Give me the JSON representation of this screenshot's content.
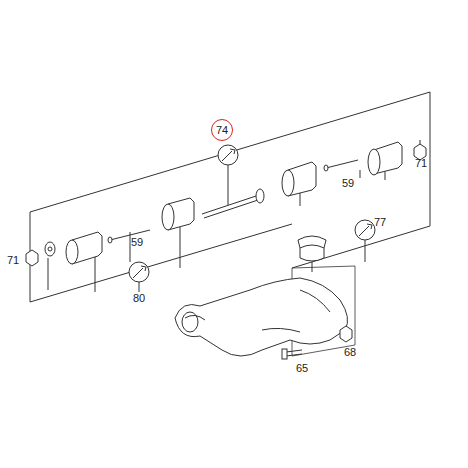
{
  "diagram": {
    "nodes": [
      {
        "text": [
          "74"
        ]
      }
    ],
    "labels": [
      "71",
      "59",
      "77",
      "71",
      "59",
      "80",
      "68",
      "65"
    ]
  }
}
